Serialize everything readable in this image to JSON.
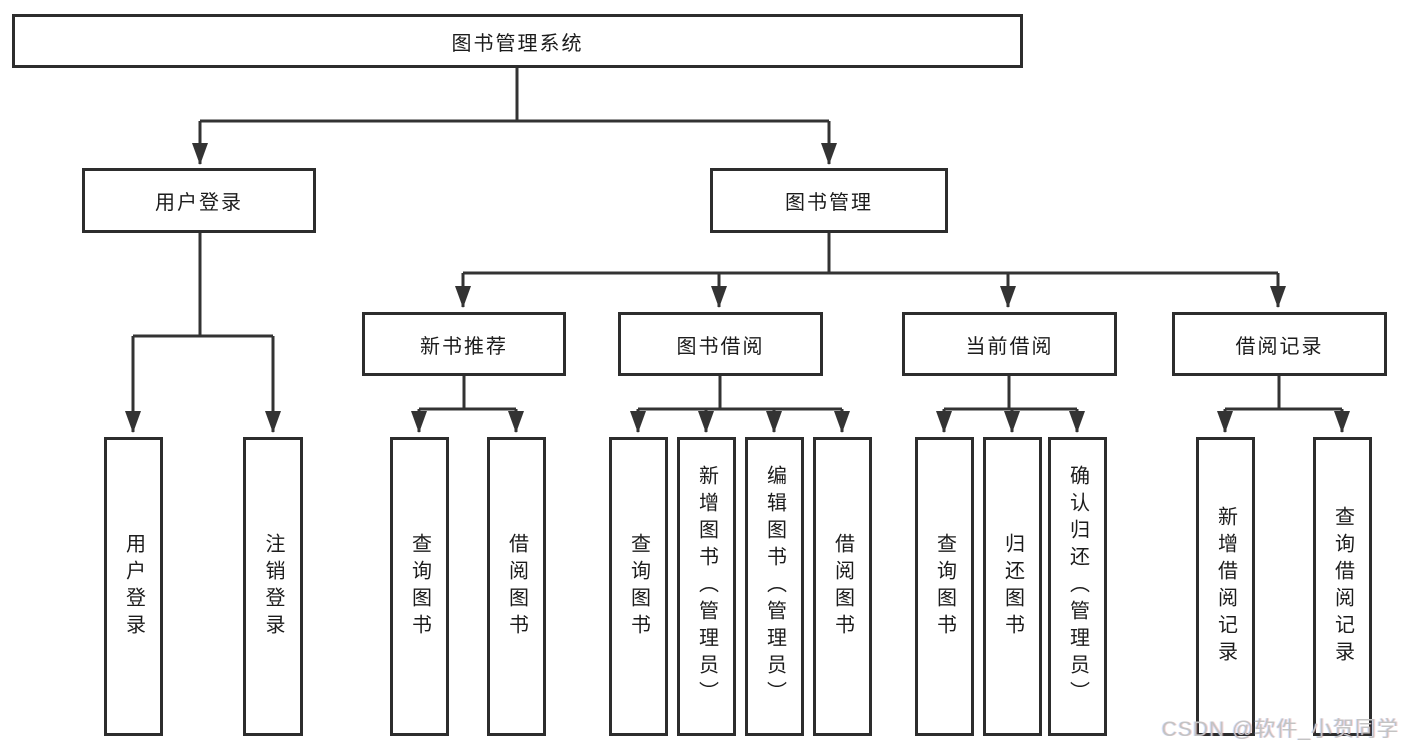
{
  "diagram": {
    "root": {
      "label": "图书管理系统"
    },
    "level2": [
      {
        "label": "用户登录"
      },
      {
        "label": "图书管理"
      }
    ],
    "level3": [
      {
        "label": "新书推荐"
      },
      {
        "label": "图书借阅"
      },
      {
        "label": "当前借阅"
      },
      {
        "label": "借阅记录"
      }
    ],
    "leaves": [
      {
        "label": "用户登录"
      },
      {
        "label": "注销登录"
      },
      {
        "label": "查询图书"
      },
      {
        "label": "借阅图书"
      },
      {
        "label": "查询图书"
      },
      {
        "label": "新增图书（管理员）"
      },
      {
        "label": "编辑图书（管理员）"
      },
      {
        "label": "借阅图书"
      },
      {
        "label": "查询图书"
      },
      {
        "label": "归还图书"
      },
      {
        "label": "确认归还（管理员）"
      },
      {
        "label": "新增借阅记录"
      },
      {
        "label": "查询借阅记录"
      }
    ]
  },
  "watermark": {
    "label": "CSDN @软件_小贺同学"
  },
  "colors": {
    "line": "#333333",
    "box_border": "#2d2d2d",
    "text": "#1c1c1c",
    "watermark": "#c3c3c3",
    "background": "#ffffff"
  }
}
